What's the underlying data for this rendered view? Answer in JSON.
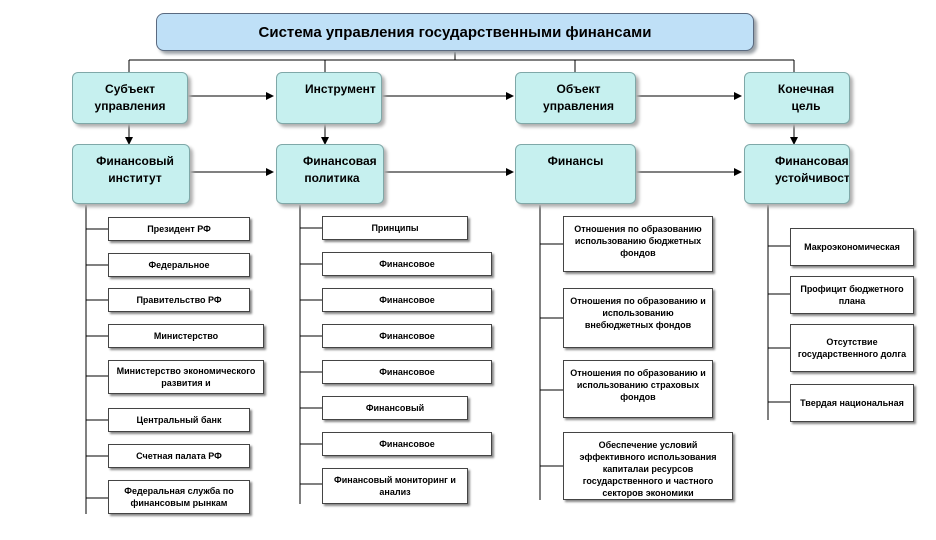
{
  "title": "Система управления государственными финансами",
  "columns": [
    {
      "head": "Субъект управления",
      "category": "Финансовый институт",
      "items": [
        "Президент РФ",
        "Федеральное",
        "Правительство РФ",
        "Министерство",
        "Министерство экономического развития и",
        "Центральный банк",
        "Счетная палата РФ",
        "Федеральная служба по финансовым рынкам"
      ]
    },
    {
      "head": "Инструмент",
      "category": "Финансовая политика",
      "items": [
        "Принципы",
        "Финансовое",
        "Финансовое",
        "Финансовое",
        "Финансовое",
        "Финансовый",
        "Финансовое",
        "Финансовый мониторинг и анализ"
      ]
    },
    {
      "head": "Объект управления",
      "category": "Финансы",
      "items": [
        "Отношения по образованию использованию бюджетных фондов",
        "Отношения по образованию и использованию внебюджетных фондов",
        "Отношения по образованию и использованию страховых фондов",
        "Обеспечение условий эффективного использования капиталаи ресурсов государственного и частного секторов экономики"
      ]
    },
    {
      "head": "Конечная цель",
      "category": "Финансовая устойчивость",
      "items": [
        "Макроэкономическая",
        "Профицит бюджетного плана",
        "Отсутствие государственного долга",
        "Твердая национальная"
      ]
    }
  ]
}
